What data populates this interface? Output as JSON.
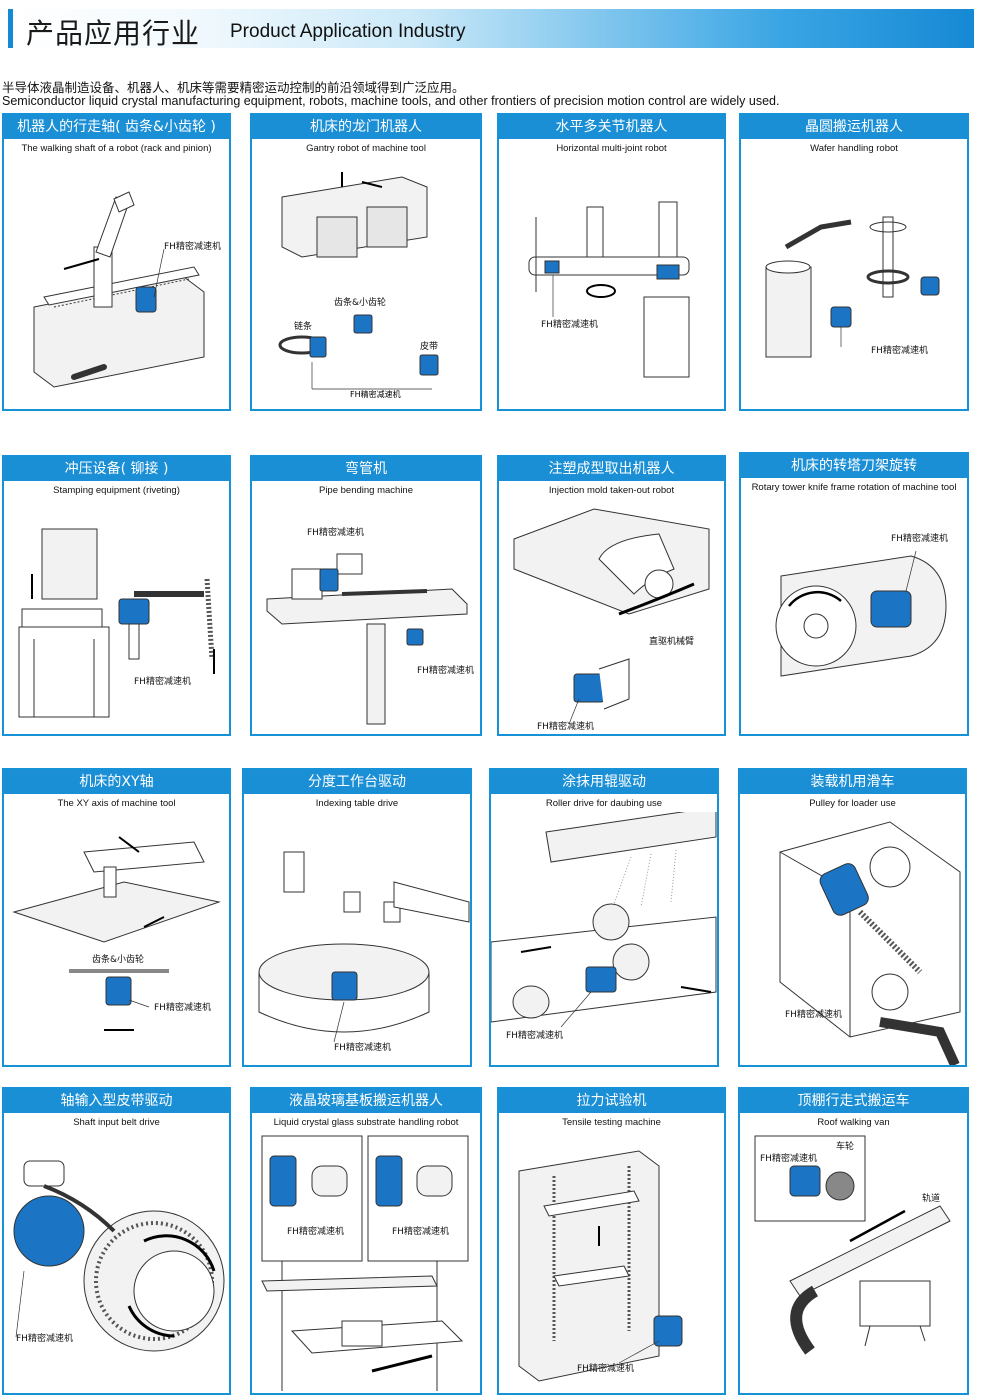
{
  "header": {
    "title_cn": "产品应用行业",
    "title_en": "Product Application Industry"
  },
  "intro": {
    "cn": "半导体液晶制造设备、机器人、机床等需要精密运动控制的前沿领域得到广泛应用。",
    "en": "Semiconductor liquid crystal manufacturing equipment, robots, machine tools, and other frontiers of precision motion control are widely used."
  },
  "colors": {
    "accent": "#1b8fd5",
    "reducer_blue": "#1c74c4",
    "line": "#333333",
    "fill_light": "#f2f2f2"
  },
  "panels": [
    {
      "title": "机器人的行走轴( 齿条&小齿轮 )",
      "subtitle": "The walking shaft of a robot (rack and pinion)",
      "labels": [
        "FH精密减速机"
      ]
    },
    {
      "title": "机床的龙门机器人",
      "subtitle": "Gantry robot of machine tool",
      "labels": [
        "齿条&小齿轮",
        "链条",
        "皮带",
        "FH精密减速机"
      ]
    },
    {
      "title": "水平多关节机器人",
      "subtitle": "Horizontal multi-joint robot",
      "labels": [
        "FH精密减速机"
      ]
    },
    {
      "title": "晶圆搬运机器人",
      "subtitle": "Wafer handling robot",
      "labels": [
        "FH精密减速机"
      ]
    },
    {
      "title": "冲压设备( 铆接 )",
      "subtitle": "Stamping equipment (riveting)",
      "labels": [
        "FH精密减速机"
      ]
    },
    {
      "title": "弯管机",
      "subtitle": "Pipe bending machine",
      "labels": [
        "FH精密减速机",
        "FH精密减速机"
      ]
    },
    {
      "title": "注塑成型取出机器人",
      "subtitle": "Injection mold taken-out robot",
      "labels": [
        "直驱机械臂",
        "FH精密减速机"
      ]
    },
    {
      "title": "机床的转塔刀架旋转",
      "subtitle": "Rotary tower knife frame rotation of machine tool",
      "labels": [
        "FH精密减速机"
      ]
    },
    {
      "title": "机床的XY轴",
      "subtitle": "The XY axis of machine tool",
      "labels": [
        "齿条&小齿轮",
        "FH精密减速机"
      ]
    },
    {
      "title": "分度工作台驱动",
      "subtitle": "Indexing table drive",
      "labels": [
        "FH精密减速机"
      ]
    },
    {
      "title": "涂抹用辊驱动",
      "subtitle": "Roller drive for daubing use",
      "labels": [
        "FH精密减速机"
      ]
    },
    {
      "title": "装载机用滑车",
      "subtitle": "Pulley for loader use",
      "labels": [
        "FH精密减速机"
      ]
    },
    {
      "title": "轴输入型皮带驱动",
      "subtitle": "Shaft input belt drive",
      "labels": [
        "FH精密减速机"
      ]
    },
    {
      "title": "液晶玻璃基板搬运机器人",
      "subtitle": "Liquid crystal glass substrate handling robot",
      "labels": [
        "FH精密减速机",
        "FH精密减速机"
      ]
    },
    {
      "title": "拉力试验机",
      "subtitle": "Tensile testing machine",
      "labels": [
        "FH精密减速机"
      ]
    },
    {
      "title": "顶棚行走式搬运车",
      "subtitle": "Roof walking van",
      "labels": [
        "FH精密减速机",
        "车轮",
        "轨道"
      ]
    }
  ]
}
